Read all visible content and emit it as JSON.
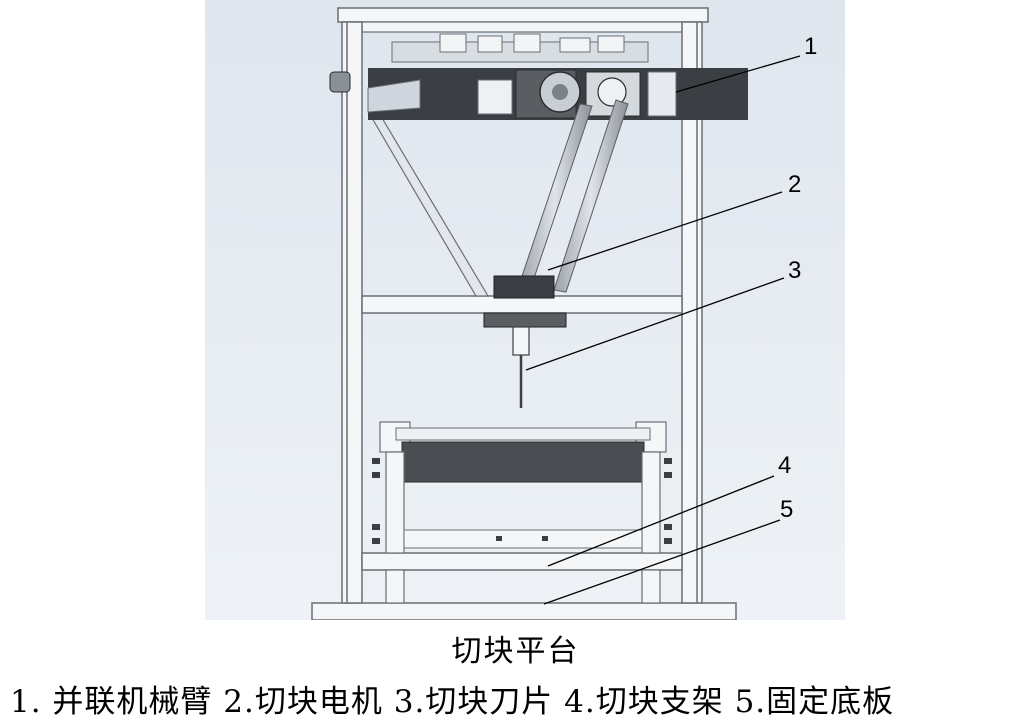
{
  "figure": {
    "callouts": [
      {
        "label": "1",
        "target": "parallel-arm"
      },
      {
        "label": "2",
        "target": "cutting-motor"
      },
      {
        "label": "3",
        "target": "cutting-blade"
      },
      {
        "label": "4",
        "target": "cutting-bracket"
      },
      {
        "label": "5",
        "target": "fixed-base-plate"
      }
    ]
  },
  "caption": {
    "title": "切块平台",
    "legend": "1. 并联机械臂 2.切块电机 3.切块刀片 4.切块支架 5.固定底板"
  },
  "colors": {
    "background": "#ffffff",
    "render_bg": "#e9eef4",
    "frame": "#f4f6f8",
    "frame_edge": "#6a6f75",
    "dark_part": "#3b3e42",
    "line": "#000000"
  }
}
